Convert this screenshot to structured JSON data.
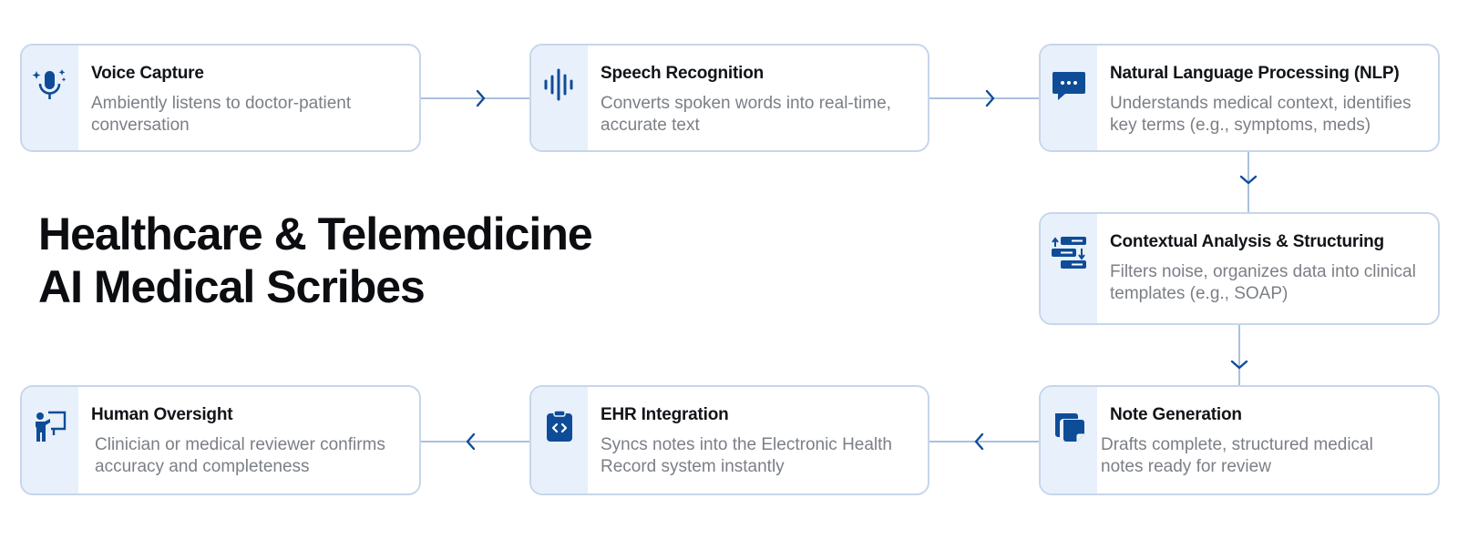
{
  "heading": {
    "line1": "Healthcare & Telemedicine",
    "line2": "AI Medical Scribes"
  },
  "steps": [
    {
      "title": "Voice Capture",
      "desc": "Ambiently listens to doctor-patient conversation",
      "icon": "microphone-sparkle-icon"
    },
    {
      "title": "Speech Recognition",
      "desc": "Converts spoken words into real-time, accurate text",
      "icon": "sound-wave-icon"
    },
    {
      "title": "Natural Language Processing (NLP)",
      "desc": "Understands medical context, identifies key terms (e.g., symptoms, meds)",
      "icon": "chat-bubble-icon"
    },
    {
      "title": "Contextual Analysis & Structuring",
      "desc": "Filters noise, organizes data into clinical templates (e.g., SOAP)",
      "icon": "sort-list-icon"
    },
    {
      "title": "Note Generation",
      "desc": "Drafts complete, structured medical notes ready for review",
      "icon": "sticky-note-icon"
    },
    {
      "title": "EHR Integration",
      "desc": "Syncs notes into the Electronic Health Record system instantly",
      "icon": "clipboard-code-icon"
    },
    {
      "title": "Human Oversight",
      "desc": "Clinician or medical reviewer confirms accuracy and completeness",
      "icon": "presenter-board-icon"
    }
  ],
  "colors": {
    "accent": "#0f4c97",
    "border": "#c7d6ea",
    "strip": "#e8f0fb",
    "title": "#111418",
    "desc": "#7b7f86"
  }
}
